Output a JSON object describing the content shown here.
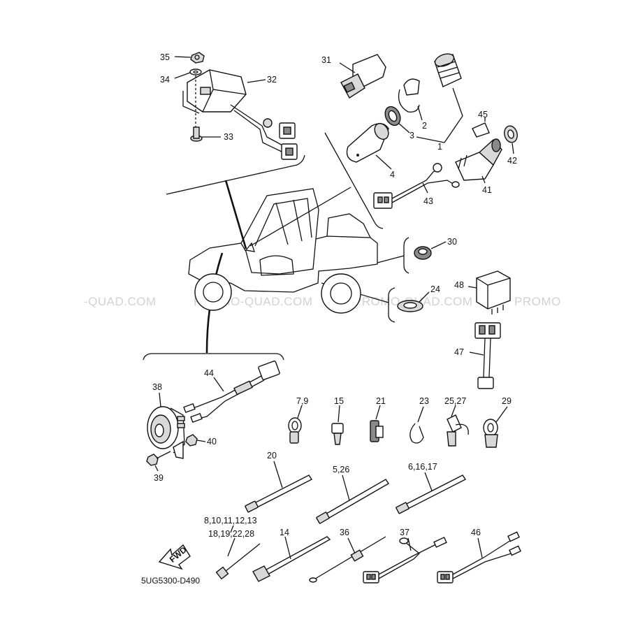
{
  "diagram": {
    "code": "5UG5300-D490",
    "direction": "FWD"
  },
  "watermarks": [
    "-QUAD.COM",
    "PROMO-QUAD.COM",
    "PROMO-QUAD.COM",
    "PROMO"
  ],
  "callouts": [
    {
      "id": "p35",
      "label": "35"
    },
    {
      "id": "p34",
      "label": "34"
    },
    {
      "id": "p32",
      "label": "32"
    },
    {
      "id": "p33",
      "label": "33"
    },
    {
      "id": "p31",
      "label": "31"
    },
    {
      "id": "p2",
      "label": "2"
    },
    {
      "id": "p3",
      "label": "3"
    },
    {
      "id": "p1",
      "label": "1"
    },
    {
      "id": "p4",
      "label": "4"
    },
    {
      "id": "p45",
      "label": "45"
    },
    {
      "id": "p42",
      "label": "42"
    },
    {
      "id": "p41",
      "label": "41"
    },
    {
      "id": "p43",
      "label": "43"
    },
    {
      "id": "p30",
      "label": "30"
    },
    {
      "id": "p24",
      "label": "24"
    },
    {
      "id": "p48",
      "label": "48"
    },
    {
      "id": "p47",
      "label": "47"
    },
    {
      "id": "p44",
      "label": "44"
    },
    {
      "id": "p38",
      "label": "38"
    },
    {
      "id": "p40",
      "label": "40"
    },
    {
      "id": "p39",
      "label": "39"
    },
    {
      "id": "p7_9",
      "label": "7,9"
    },
    {
      "id": "p15",
      "label": "15"
    },
    {
      "id": "p21",
      "label": "21"
    },
    {
      "id": "p23",
      "label": "23"
    },
    {
      "id": "p25_27",
      "label": "25,27"
    },
    {
      "id": "p29",
      "label": "29"
    },
    {
      "id": "p20",
      "label": "20"
    },
    {
      "id": "p5_26",
      "label": "5,26"
    },
    {
      "id": "p6_16_17",
      "label": "6,16,17"
    },
    {
      "id": "p8_13",
      "label": "8,10,11,12,13"
    },
    {
      "id": "p18_28",
      "label": "18,19,22,28"
    },
    {
      "id": "p14",
      "label": "14"
    },
    {
      "id": "p36",
      "label": "36"
    },
    {
      "id": "p37",
      "label": "37"
    },
    {
      "id": "p46",
      "label": "46"
    }
  ]
}
